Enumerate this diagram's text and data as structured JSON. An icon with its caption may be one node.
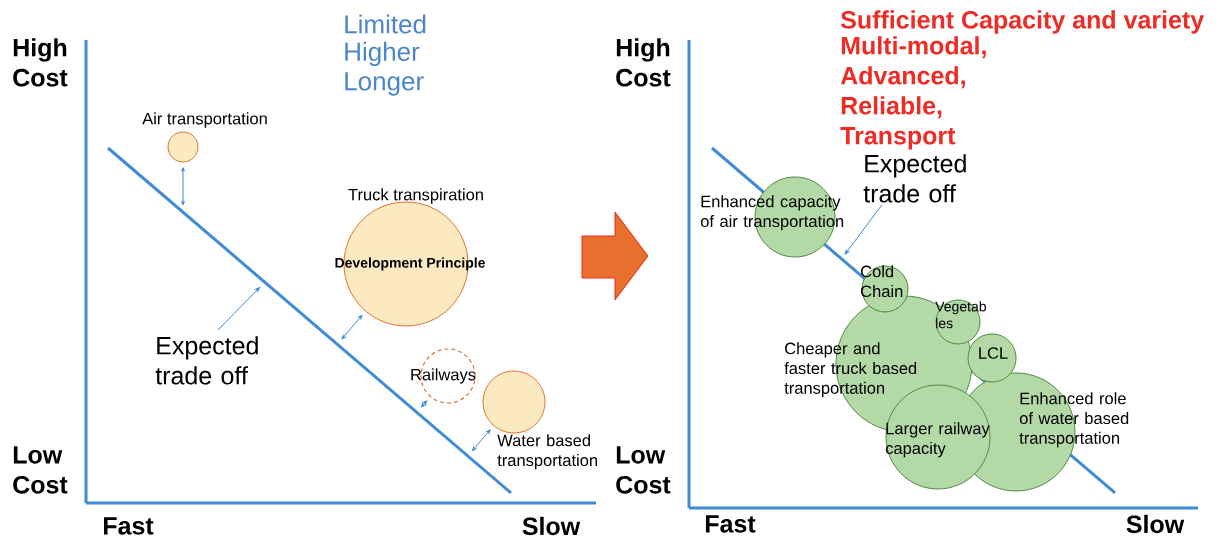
{
  "diagram": {
    "nodes": [
      {
        "text": [
          "Air transportation"
        ]
      },
      {
        "text": [
          "Truck transpiration",
          "Development Principle"
        ]
      },
      {
        "text": [
          "Railways"
        ]
      },
      {
        "text": [
          "Water based transportation"
        ]
      },
      {
        "text": [
          "Expected trade off"
        ]
      },
      {
        "text": [
          "Expected trade off"
        ]
      },
      {
        "text": [
          "Enhanced capacity of air transportation"
        ]
      },
      {
        "text": [
          "Cold Chain"
        ]
      },
      {
        "text": [
          "Cheaper and faster truck based transportation"
        ]
      },
      {
        "text": [
          "Vegetab les"
        ]
      },
      {
        "text": [
          "LCL"
        ]
      },
      {
        "text": [
          "Enhanced role of water based transportation"
        ]
      },
      {
        "text": [
          "Larger railway capacity"
        ]
      }
    ],
    "edges": [
      {
        "from": 4,
        "to": null,
        "arrow": "to"
      },
      {
        "from": 0,
        "to": null,
        "arrow": "both"
      },
      {
        "from": 1,
        "to": null,
        "arrow": "both"
      },
      {
        "from": 2,
        "to": null,
        "arrow": "both"
      },
      {
        "from": 3,
        "to": null,
        "arrow": "both"
      },
      {
        "from": 5,
        "to": null,
        "arrow": "to"
      }
    ],
    "labels": [
      "Limited",
      "Higher",
      "Longer",
      "High Cost",
      "Low Cost",
      "Fast",
      "Slow",
      "Sufficient Capacity and variety",
      "Multi-modal, Advanced, Reliable, Transport",
      "High Cost",
      "Low Cost",
      "Fast",
      "Slow"
    ]
  }
}
